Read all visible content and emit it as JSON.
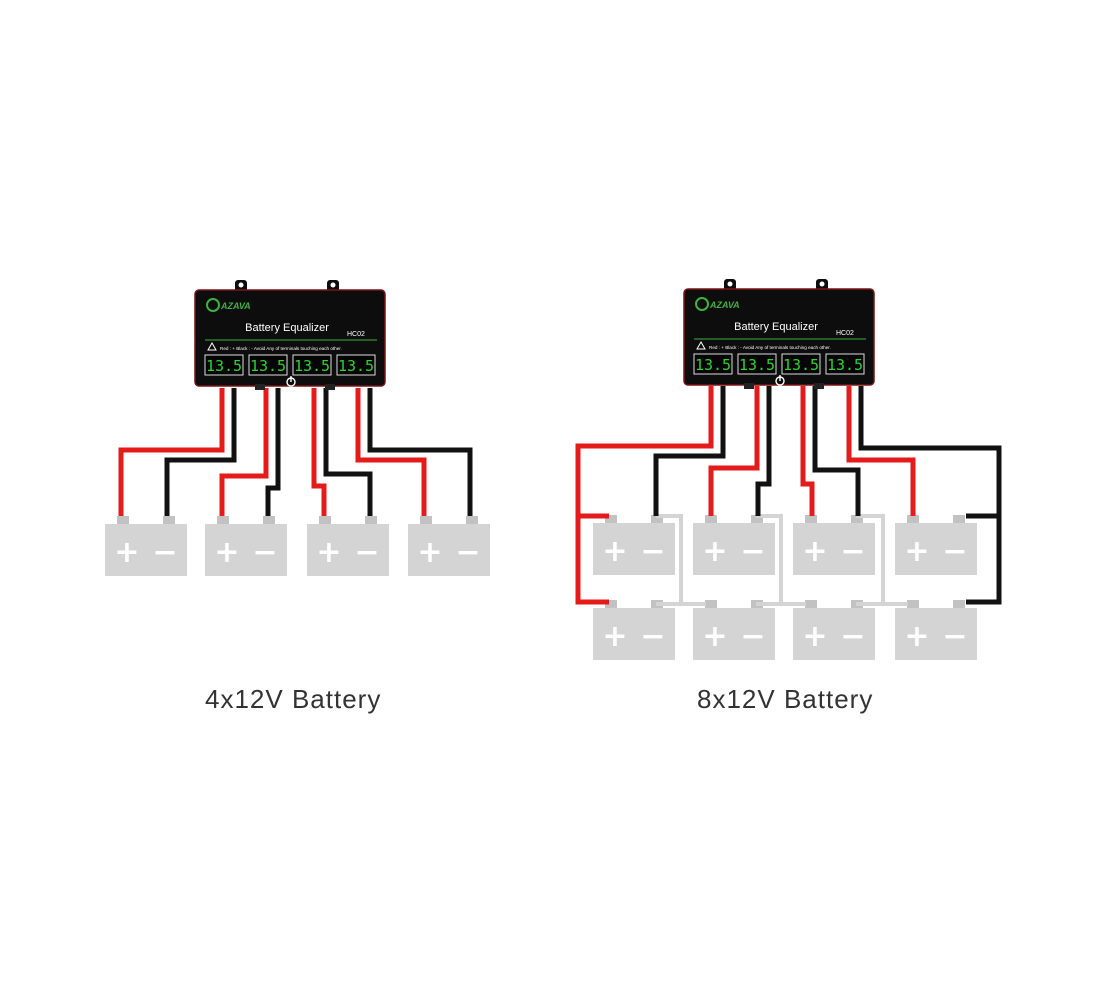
{
  "colors": {
    "battery": "#d4d4d4",
    "battery_terminal": "#c2c2c2",
    "battery_symbol": "#ffffff",
    "red_wire": "#e51b1b",
    "black_wire": "#111111",
    "device_body": "#0d0d0d",
    "device_accent": "#7a1414",
    "display_green": "#2cd42c",
    "logo_green": "#3fb13f",
    "caption": "#333333"
  },
  "diagrams": [
    {
      "caption": "4x12V Battery",
      "device": {
        "brand": "AZAVA",
        "title": "Battery Equalizer",
        "model": "HC02",
        "warning": "Red : +   Black : -   Avoid Any of terminals touching each other.",
        "readings": [
          "13.5",
          "13.5",
          "13.5",
          "13.5"
        ],
        "power_icon": "power-icon"
      }
    },
    {
      "caption": "8x12V Battery",
      "device": {
        "brand": "AZAVA",
        "title": "Battery Equalizer",
        "model": "HC02",
        "warning": "Red : +   Black : -   Avoid Any of terminals touching each other.",
        "readings": [
          "13.5",
          "13.5",
          "13.5",
          "13.5"
        ],
        "power_icon": "power-icon"
      }
    }
  ],
  "battery_symbols": {
    "plus": "+",
    "minus": "−"
  }
}
